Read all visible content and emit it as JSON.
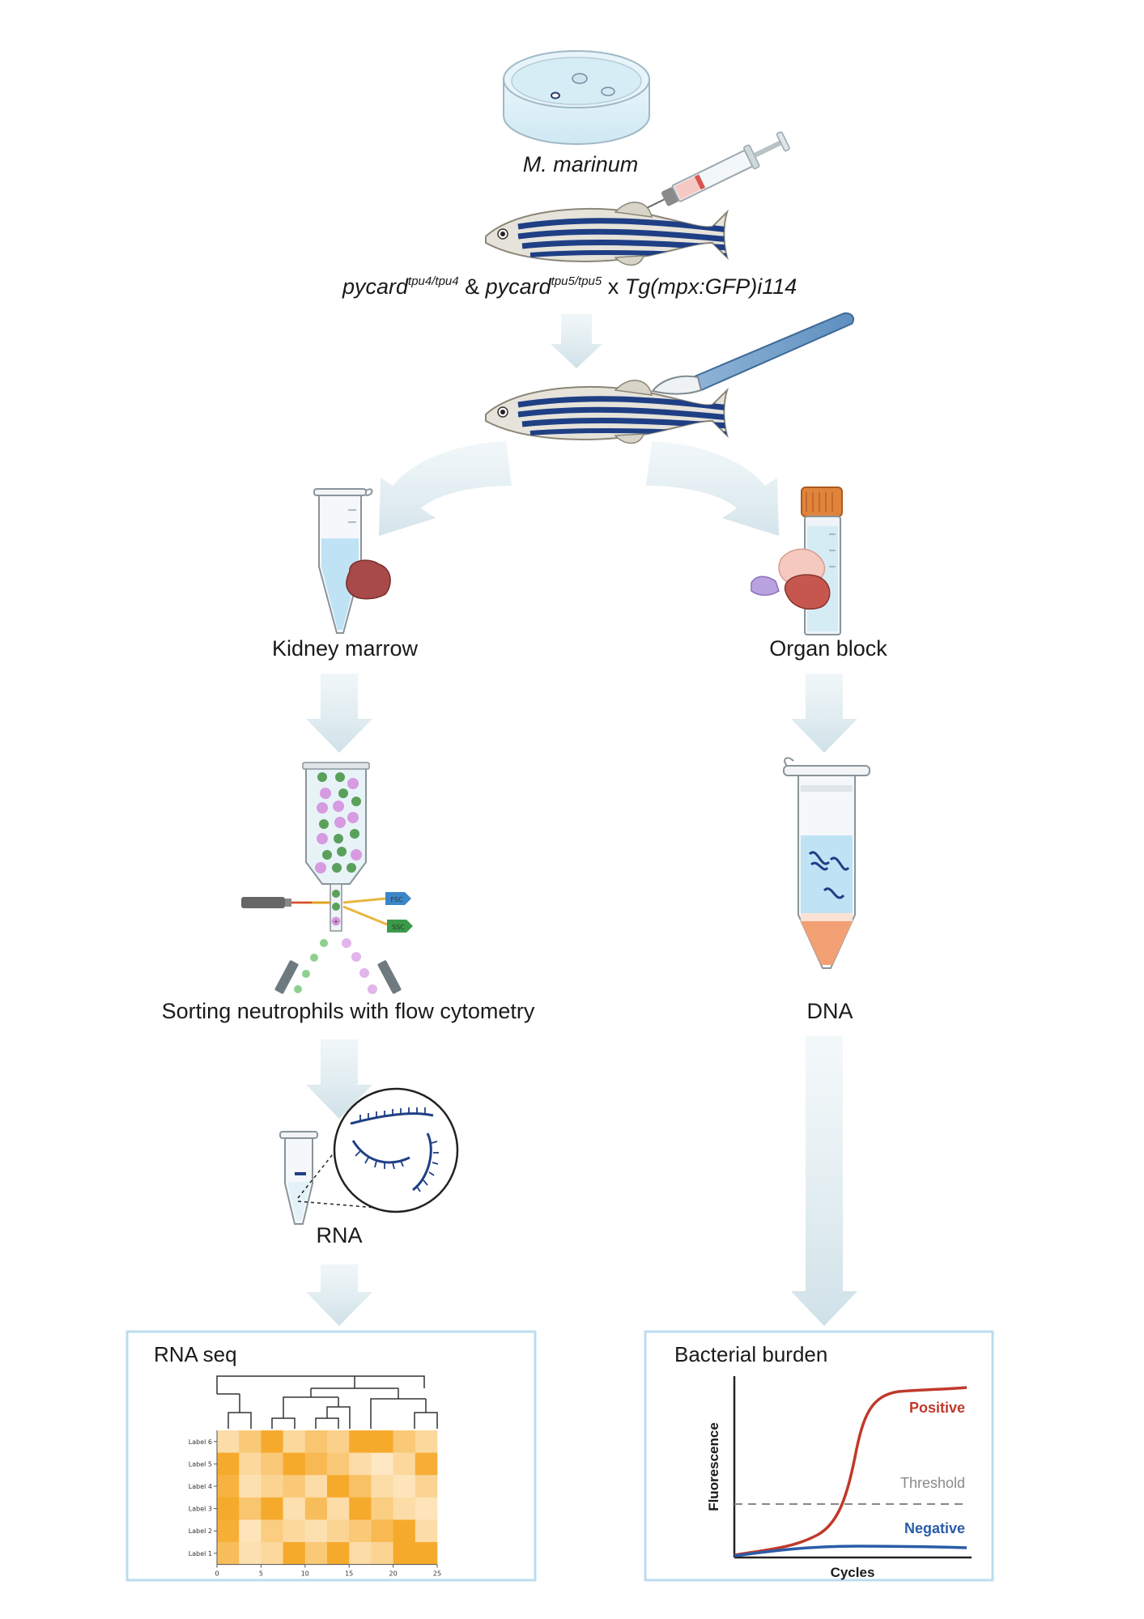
{
  "labels": {
    "bacteria": "M. marinum",
    "genotype": {
      "g1_base": "pycard",
      "g1_sup": "tpu4/tpu4",
      "amp": " & ",
      "g2_base": "pycard",
      "g2_sup": "tpu5/tpu5",
      "cross": " x ",
      "transgene": "Tg(mpx:GFP)i114"
    },
    "kidney_marrow": "Kidney marrow",
    "organ_block": "Organ block",
    "sorting": "Sorting neutrophils with flow cytometry",
    "dna": "DNA",
    "rna": "RNA",
    "fsc": "FSC",
    "ssc": "SSC",
    "plus": "+",
    "minus": "-"
  },
  "rna_seq_panel": {
    "title": "RNA seq",
    "row_labels": [
      "Label 6",
      "Label 5",
      "Label 4",
      "Label 3",
      "Label 2",
      "Label 1"
    ],
    "x_ticks": [
      "0",
      "5",
      "10",
      "15",
      "20",
      "25"
    ]
  },
  "bacterial_panel": {
    "title": "Bacterial burden",
    "ylabel": "Fluorescence",
    "xlabel": "Cycles",
    "positive": "Positive",
    "negative": "Negative",
    "threshold": "Threshold"
  },
  "colors": {
    "arrow": "#dce9ef",
    "panel_border": "#bcdcef",
    "heat_low": "#fff3df",
    "heat_high": "#f5a623",
    "positive": "#c0392b",
    "negative": "#2a5ca8",
    "threshold": "#888888",
    "tissue": "#a84a48",
    "fish_stripe": "#1f3f85"
  },
  "chart_data": {
    "type": "heatmap",
    "title": "RNA seq",
    "rows": [
      "Label 6",
      "Label 5",
      "Label 4",
      "Label 3",
      "Label 2",
      "Label 1"
    ],
    "x_ticks": [
      0,
      5,
      10,
      15,
      20,
      25
    ],
    "columns": 10,
    "values": [
      [
        0.3,
        0.55,
        0.95,
        0.35,
        0.6,
        0.45,
        0.95,
        0.95,
        0.55,
        0.35
      ],
      [
        0.95,
        0.35,
        0.55,
        0.95,
        0.75,
        0.55,
        0.3,
        0.15,
        0.35,
        0.9
      ],
      [
        0.85,
        0.25,
        0.4,
        0.55,
        0.3,
        0.95,
        0.65,
        0.3,
        0.2,
        0.4
      ],
      [
        0.95,
        0.6,
        0.95,
        0.25,
        0.7,
        0.3,
        0.95,
        0.5,
        0.3,
        0.2
      ],
      [
        0.9,
        0.2,
        0.5,
        0.35,
        0.25,
        0.4,
        0.55,
        0.75,
        0.95,
        0.3
      ],
      [
        0.7,
        0.25,
        0.35,
        0.95,
        0.55,
        0.95,
        0.3,
        0.4,
        0.95,
        0.95
      ]
    ]
  }
}
